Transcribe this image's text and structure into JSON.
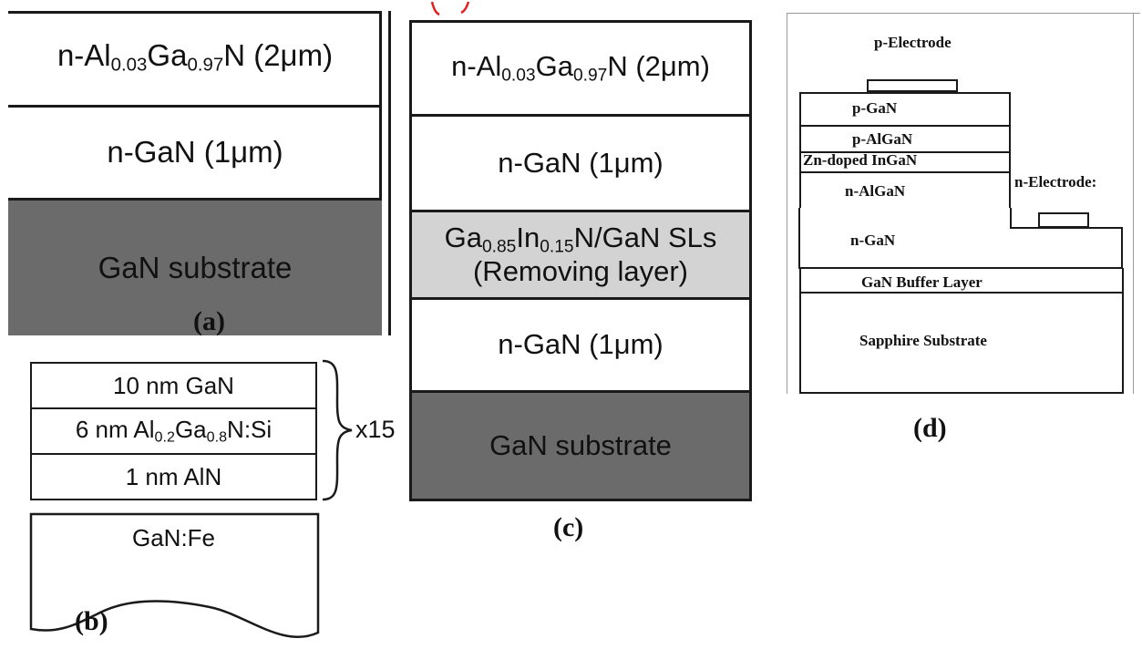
{
  "panel_a": {
    "caption": "(a)",
    "layers": [
      {
        "pre": "n-Al",
        "sub1": "0.03",
        "mid": "Ga",
        "sub2": "0.97",
        "post": "N (2μm)"
      },
      {
        "text": "n-GaN (1μm)"
      },
      {
        "text": "GaN substrate"
      }
    ]
  },
  "panel_b": {
    "caption": "(b)",
    "layers": [
      {
        "text": "10 nm GaN"
      },
      {
        "pre": "6 nm Al",
        "sub1": "0.2",
        "mid": "Ga",
        "sub2": "0.8",
        "post": "N:Si"
      },
      {
        "text": "1 nm AlN"
      }
    ],
    "repeat_label": "x15",
    "substrate": "GaN:Fe"
  },
  "panel_c": {
    "caption": "(c)",
    "layers": [
      {
        "pre": "n-Al",
        "sub1": "0.03",
        "mid": "Ga",
        "sub2": "0.97",
        "post": "N  (2μm)"
      },
      {
        "text": "n-GaN (1μm)"
      },
      {
        "pre": "Ga",
        "sub1": "0.85",
        "mid": "In",
        "sub2": "0.15",
        "post": "N/GaN SLs",
        "line2": "(Removing layer)"
      },
      {
        "text": "n-GaN (1μm)"
      },
      {
        "text": "GaN substrate"
      }
    ]
  },
  "panel_d": {
    "caption": "(d)",
    "p_electrode": "p-Electrode",
    "n_electrode": "n-Electrode:",
    "layers": [
      "p-GaN",
      "p-AlGaN",
      "Zn-doped InGaN",
      "n-AlGaN",
      "n-GaN",
      "GaN Buffer Layer",
      "Sapphire Substrate"
    ]
  },
  "colors": {
    "substrate_dark": "#6b6b6b",
    "sacrificial_gray": "#d3d3d3",
    "outline": "#1a1a1a"
  }
}
